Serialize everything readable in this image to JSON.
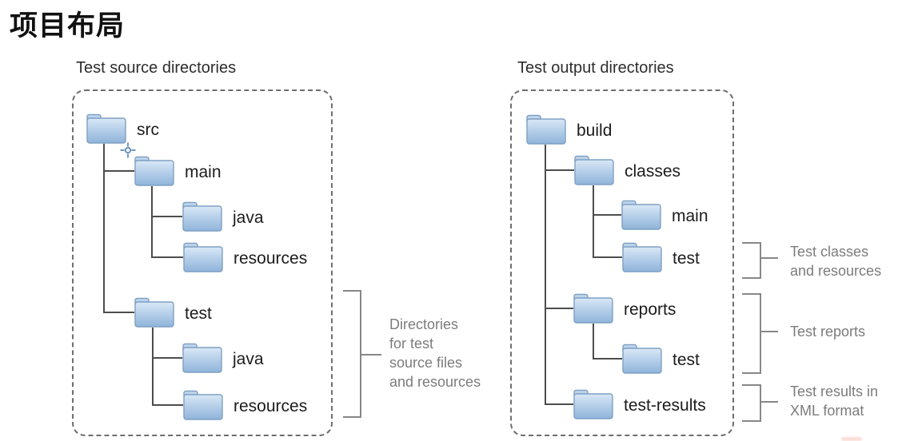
{
  "page": {
    "title": "项目布局"
  },
  "left_panel": {
    "heading": "Test source directories",
    "tree": {
      "root": "src",
      "children": [
        {
          "label": "main",
          "children": [
            {
              "label": "java"
            },
            {
              "label": "resources"
            }
          ]
        },
        {
          "label": "test",
          "children": [
            {
              "label": "java"
            },
            {
              "label": "resources"
            }
          ]
        }
      ]
    },
    "annotation": {
      "lines": [
        "Directories",
        "for test",
        "source files",
        "and resources"
      ]
    }
  },
  "right_panel": {
    "heading": "Test output directories",
    "tree": {
      "root": "build",
      "children": [
        {
          "label": "classes",
          "children": [
            {
              "label": "main"
            },
            {
              "label": "test"
            }
          ]
        },
        {
          "label": "reports",
          "children": [
            {
              "label": "test"
            }
          ]
        },
        {
          "label": "test-results",
          "children": []
        }
      ]
    },
    "annotations": [
      {
        "lines": [
          "Test classes",
          "and resources"
        ]
      },
      {
        "lines": [
          "Test reports"
        ]
      },
      {
        "lines": [
          "Test results in",
          "XML format"
        ]
      }
    ]
  },
  "icons": {
    "folder": "folder-icon",
    "crosshair": "crosshair-cursor-icon"
  },
  "colors": {
    "title_text": "#111111",
    "heading_text": "#2d2d2d",
    "label_text": "#1c1c1c",
    "annotation_text": "#7c7c7c",
    "line": "#4d4d4d",
    "bracket": "#878787",
    "dashed": "#6e6e6e",
    "folder_top": "#d9e8f6",
    "folder_mid": "#b7d0ea",
    "folder_bottom": "#8fb4da",
    "folder_border": "#7fa0c3",
    "tab_top": "#c6daee",
    "tab_bottom": "#a4c3e3",
    "crosshair": "#5f8cb8",
    "artifact": "#f2a89a"
  }
}
